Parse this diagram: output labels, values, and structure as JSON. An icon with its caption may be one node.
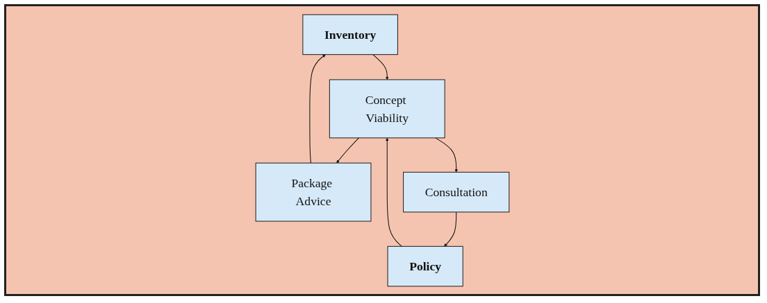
{
  "diagram": {
    "nodes": [
      {
        "text": [
          "Inventory"
        ]
      },
      {
        "text": [
          "Policy"
        ]
      },
      {
        "text": [
          "Package Advice"
        ]
      },
      {
        "text": [
          "Concept Viability"
        ]
      },
      {
        "text": [
          "Consultation"
        ]
      }
    ],
    "edges": [
      {
        "from": 2,
        "to": 0,
        "arrow": "to"
      },
      {
        "from": 0,
        "to": 3,
        "arrow": "to"
      },
      {
        "from": 1,
        "to": 3,
        "arrow": "to"
      },
      {
        "from": 4,
        "to": 1,
        "arrow": "to"
      },
      {
        "from": 3,
        "to": 2,
        "arrow": "to"
      },
      {
        "from": 3,
        "to": 4,
        "arrow": "to"
      }
    ]
  }
}
